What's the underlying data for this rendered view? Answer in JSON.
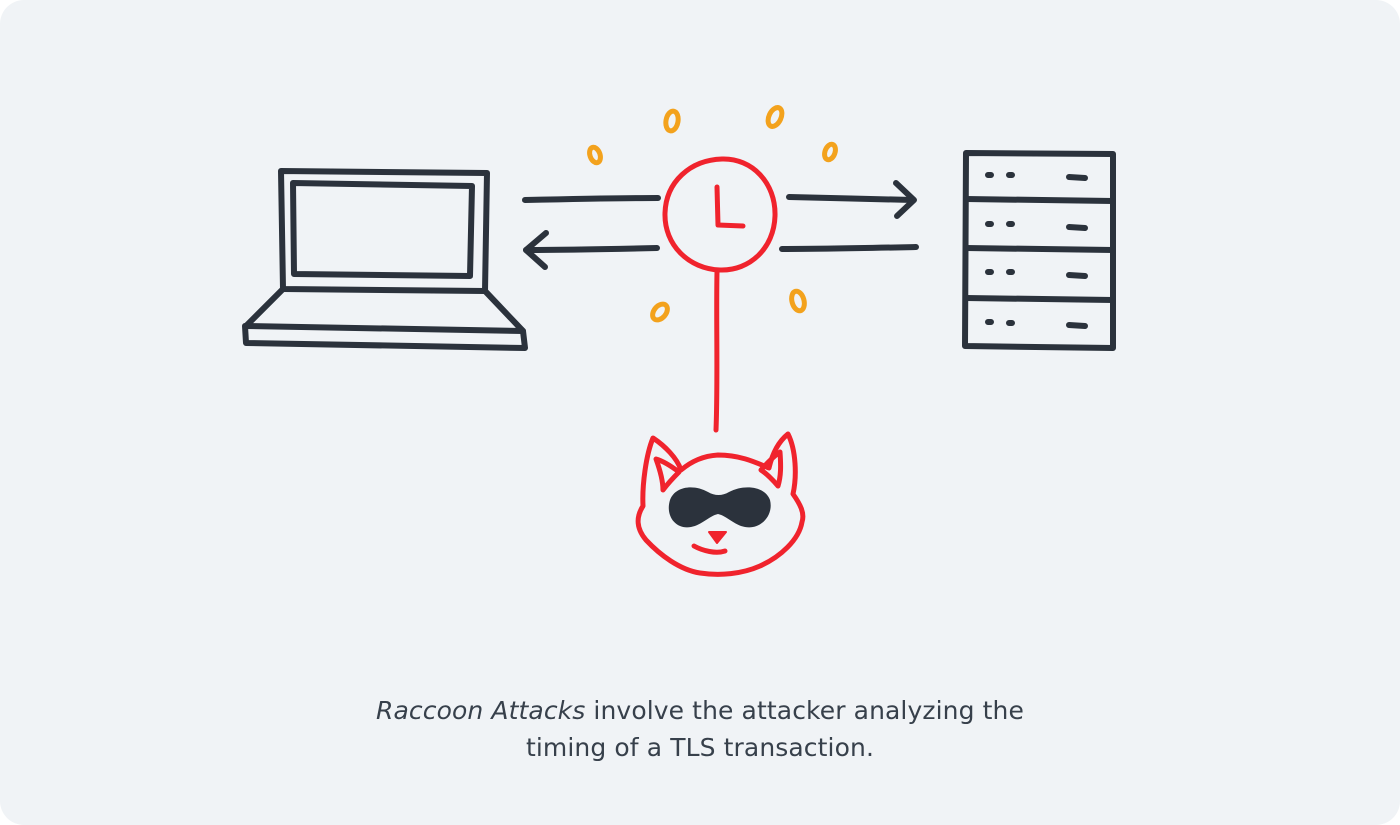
{
  "caption": {
    "emphasis": "Raccoon Attacks",
    "line1_rest": " involve the attacker analyzing the",
    "line2": "timing of a TLS transaction."
  },
  "colors": {
    "background": "#f0f3f6",
    "ink": "#2b323c",
    "accent_red": "#f0232d",
    "spark_orange": "#f3a21d",
    "caption_text": "#37404b"
  },
  "icons": {
    "client": "laptop-icon",
    "server": "server-rack-icon",
    "timer": "clock-icon",
    "attacker": "raccoon-head-icon"
  }
}
